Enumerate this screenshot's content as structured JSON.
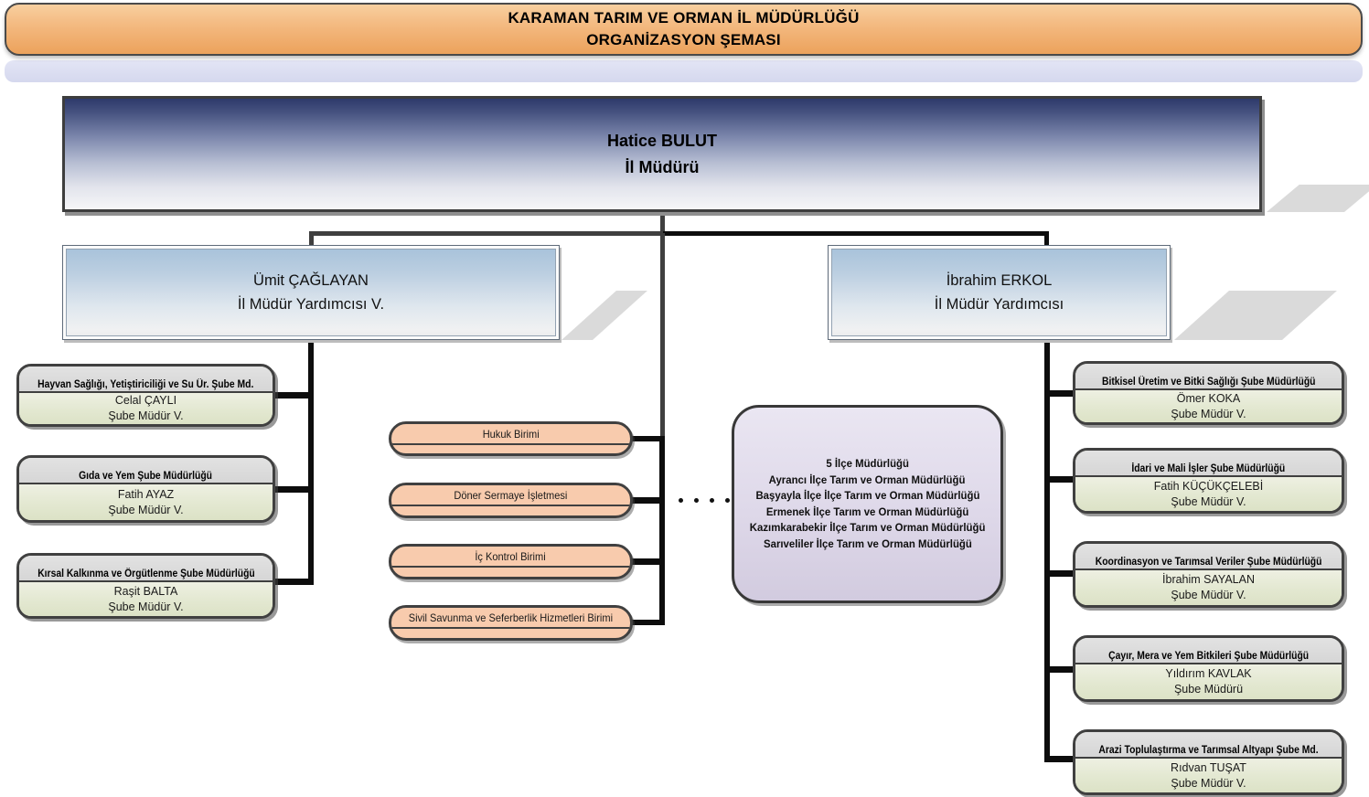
{
  "title": {
    "line1": "KARAMAN TARIM VE ORMAN İL MÜDÜRLÜĞÜ",
    "line2": "ORGANİZASYON ŞEMASI"
  },
  "director": {
    "name": "Hatice BULUT",
    "title": "İl Müdürü"
  },
  "deputies": [
    {
      "name": "Ümit ÇAĞLAYAN",
      "title": "İl Müdür Yardımcısı V."
    },
    {
      "name": "İbrahim ERKOL",
      "title": "İl Müdür Yardımcısı"
    }
  ],
  "left_branches": [
    {
      "unit": "Hayvan Sağlığı, Yetiştiriciliği ve Su Ür. Şube Md.",
      "name": "Celal ÇAYLI",
      "title": "Şube Müdür V."
    },
    {
      "unit": "Gıda ve Yem Şube Müdürlüğü",
      "name": "Fatih AYAZ",
      "title": "Şube Müdür V."
    },
    {
      "unit": "Kırsal Kalkınma ve Örgütlenme Şube Müdürlüğü",
      "name": "Raşit BALTA",
      "title": "Şube Müdür V."
    }
  ],
  "center_units": [
    "Hukuk Birimi",
    "Döner Sermaye İşletmesi",
    "İç Kontrol Birimi",
    "Sivil Savunma ve Seferberlik Hizmetleri Birimi"
  ],
  "district_box": {
    "lines": [
      "5 İlçe Müdürlüğü",
      "Ayrancı İlçe Tarım ve Orman Müdürlüğü",
      "Başyayla İlçe İlçe Tarım ve Orman Müdürlüğü",
      "Ermenek İlçe Tarım ve Orman Müdürlüğü",
      "Kazımkarabekir İlçe Tarım ve Orman Müdürlüğü",
      "Sarıveliler İlçe Tarım ve Orman Müdürlüğü"
    ]
  },
  "right_branches": [
    {
      "unit": "Bitkisel Üretim ve Bitki Sağlığı Şube Müdürlüğü",
      "name": "Ömer KOKA",
      "title": "Şube Müdür V."
    },
    {
      "unit": "İdari ve Mali İşler Şube Müdürlüğü",
      "name": "Fatih KÜÇÜKÇELEBİ",
      "title": "Şube Müdür V."
    },
    {
      "unit": "Koordinasyon ve Tarımsal Veriler Şube Müdürlüğü",
      "name": "İbrahim SAYALAN",
      "title": "Şube Müdür V."
    },
    {
      "unit": "Çayır, Mera ve Yem Bitkileri Şube Müdürlüğü",
      "name": "Yıldırım KAVLAK",
      "title": "Şube Müdürü"
    },
    {
      "unit": "Arazi Toplulaştırma ve Tarımsal Altyapı Şube Md.",
      "name": "Rıdvan TUŞAT",
      "title": "Şube Müdür V."
    }
  ],
  "colors": {
    "banner_orange": "#F2B377",
    "header_bar_lavender": "#D9DBF0",
    "director_navy": "#2E3A6B",
    "deputy_blue": "#A6C1DA",
    "branch_header_gray": "#DCDCDC",
    "branch_body_green": "#E6EBD5",
    "unit_pill_orange": "#F8CBAD",
    "district_purple": "#DDD7E8",
    "connector_black": "#0D0D0D"
  }
}
